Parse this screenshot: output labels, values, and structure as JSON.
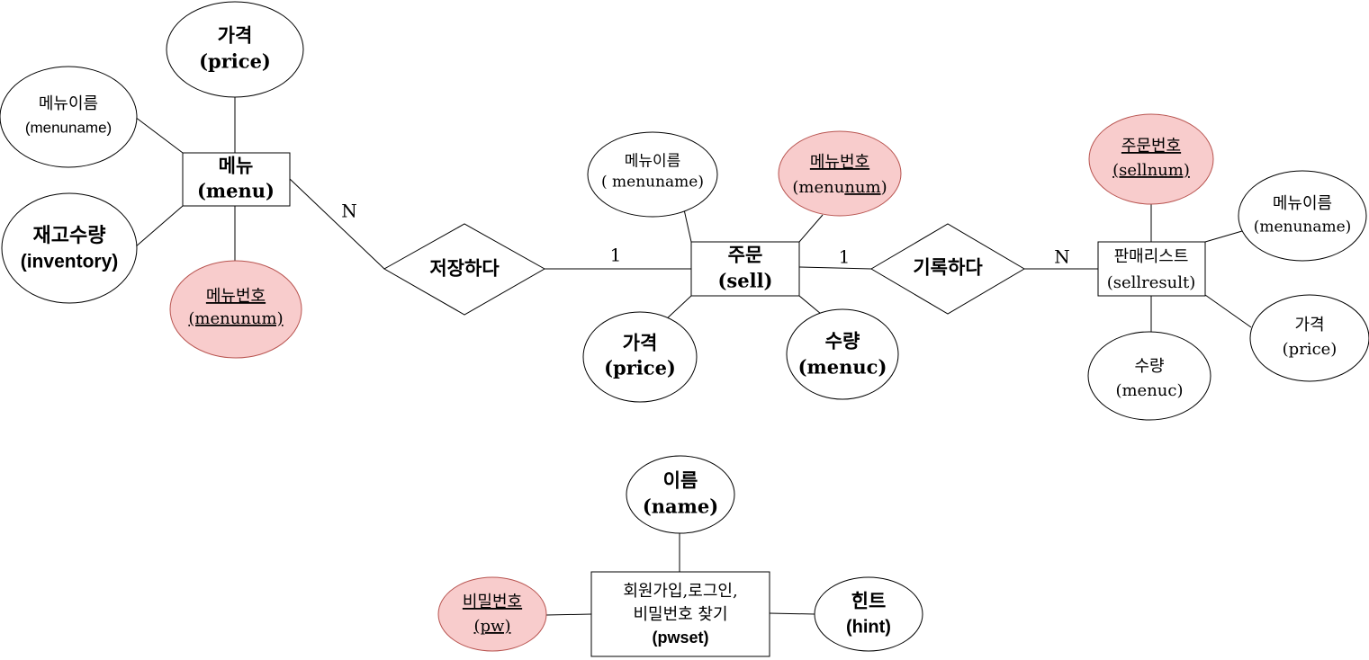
{
  "entities": {
    "menu": {
      "name": "메뉴",
      "eng": "(menu)"
    },
    "sell": {
      "name": "주문",
      "eng": "(sell)"
    },
    "sellresult": {
      "name": "판매리스트",
      "eng": "(sellresult)"
    },
    "pwset": {
      "line1": "회원가입,로그인,",
      "line2": "비밀번호 찾기",
      "eng": "(pwset)"
    }
  },
  "relationships": {
    "store": {
      "name": "저장하다"
    },
    "record": {
      "name": "기록하다"
    }
  },
  "cardinalities": {
    "menu_store": "N",
    "store_sell": "1",
    "sell_record": "1",
    "record_sellresult": "N"
  },
  "attributes": {
    "menu_price": {
      "name": "가격",
      "eng": "(price)"
    },
    "menu_menuname": {
      "name": "메뉴이름",
      "eng": "(menuname)"
    },
    "menu_inventory": {
      "name": "재고수량",
      "eng": "(inventory)"
    },
    "menu_menunum": {
      "name": "메뉴번호",
      "eng": "(menunum)",
      "key": true
    },
    "sell_menuname": {
      "name": "메뉴이름",
      "eng": "( menuname)"
    },
    "sell_menunum": {
      "name": "메뉴번호",
      "eng_prefix": "(menu",
      "eng_key": "num",
      "eng_suffix": ")",
      "key": true
    },
    "sell_price": {
      "name": "가격",
      "eng": "(price)"
    },
    "sell_menuc": {
      "name": "수량",
      "eng": "(menuc)"
    },
    "sellresult_sellnum": {
      "name": "주문번호",
      "eng": "(sellnum)",
      "key": true
    },
    "sellresult_menuname": {
      "name": "메뉴이름",
      "eng": "(menuname)"
    },
    "sellresult_price": {
      "name": "가격",
      "eng": "(price)"
    },
    "sellresult_menuc": {
      "name": "수량",
      "eng": "(menuc)"
    },
    "pwset_name": {
      "name": "이름",
      "eng": "(name)"
    },
    "pwset_pw": {
      "name": "비밀번호",
      "eng": "(pw)",
      "key": true
    },
    "pwset_hint": {
      "name": "힌트",
      "eng": "(hint)"
    }
  },
  "colors": {
    "key_fill": "#f8cccc",
    "key_stroke": "#b85450",
    "line": "#000000"
  }
}
